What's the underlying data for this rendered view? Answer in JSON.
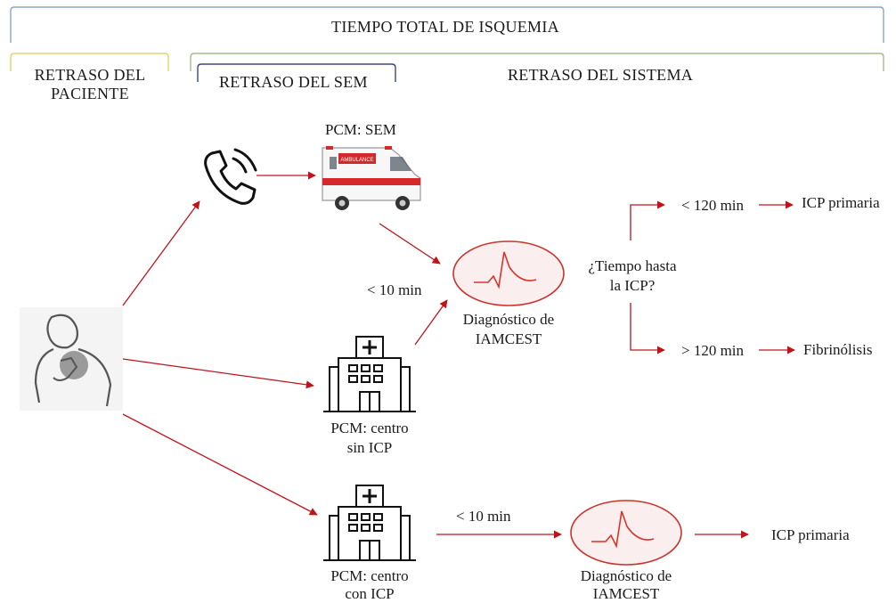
{
  "header": {
    "total_title": "TIEMPO TOTAL DE ISQUEMIA",
    "patient_delay": "RETRASO DEL PACIENTE",
    "sem_delay": "RETRASO DEL SEM",
    "system_delay": "RETRASO DEL SISTEMA"
  },
  "nodes": {
    "pcm_sem": "PCM: SEM",
    "ambulance_text": "AMBULANCE",
    "lt10_upper": "< 10 min",
    "diag_upper_line1": "Diagnóstico de",
    "diag_upper_line2": "IAMCEST",
    "pcm_sin_line1": "PCM: centro",
    "pcm_sin_line2": "sin ICP",
    "pcm_con_line1": "PCM: centro",
    "pcm_con_line2": "con ICP",
    "lt10_lower": "< 10 min",
    "diag_lower_line1": "Diagnóstico de",
    "diag_lower_line2": "IAMCEST",
    "question_line1": "¿Tiempo hasta",
    "question_line2": "la ICP?",
    "lt120": "< 120 min",
    "gt120": "> 120 min",
    "icp_primaria_upper": "ICP primaria",
    "fibrinolisis": "Fibrinólisis",
    "icp_primaria_lower": "ICP primaria"
  },
  "colors": {
    "arrow": "#c0141c",
    "bracket_total": "#8aa6c8",
    "bracket_patient": "#e8d070",
    "bracket_system": "#9fbf8a",
    "bracket_sem": "#3b4a78",
    "icon": "#111111",
    "ecg": "#d9342b"
  }
}
